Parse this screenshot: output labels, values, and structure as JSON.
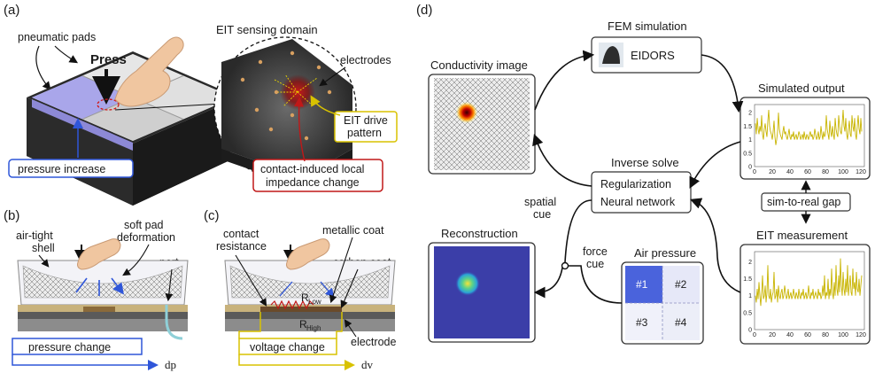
{
  "panels": {
    "a": "(a)",
    "b": "(b)",
    "c": "(c)",
    "d": "(d)"
  },
  "a": {
    "pneumatic_pads": "pneumatic pads",
    "press": "Press",
    "eit_domain": "EIT sensing domain",
    "electrodes": "electrodes",
    "drive1": "EIT drive",
    "drive2": "pattern",
    "pressure_increase": "pressure increase",
    "contact1": "contact-induced local",
    "contact2": "impedance change"
  },
  "b": {
    "soft1": "soft pad",
    "soft2": "deformation",
    "shell1": "air-tight",
    "shell2": "shell",
    "port": "port",
    "pressure_change": "pressure change",
    "dp": "dp"
  },
  "c": {
    "contact1": "contact",
    "contact2": "resistance",
    "metallic": "metallic coat",
    "carbon": "carbon coat",
    "r_low": "R",
    "r_low_sub": "Low",
    "r_high": "R",
    "r_high_sub": "High",
    "electrode": "electrode",
    "voltage_change": "voltage change",
    "dv": "dv"
  },
  "d": {
    "fem": "FEM simulation",
    "eidors": "EIDORS",
    "conductivity": "Conductivity image",
    "simulated": "Simulated output",
    "inverse": "Inverse solve",
    "regularization": "Regularization",
    "neural": "Neural network",
    "spatial1": "spatial",
    "spatial2": "cue",
    "force1": "force",
    "force2": "cue",
    "sim2real": "sim-to-real gap",
    "reconstruction": "Reconstruction",
    "air_pressure": "Air pressure",
    "cells": [
      "#1",
      "#2",
      "#3",
      "#4"
    ],
    "eit_measurement": "EIT measurement"
  },
  "chart_data": [
    {
      "type": "line",
      "title": "Simulated output",
      "x_ticks": [
        0,
        20,
        40,
        60,
        80,
        100,
        120
      ],
      "y_ticks": [
        0,
        0.5,
        1,
        1.5,
        2
      ],
      "xlim": [
        0,
        124
      ],
      "ylim": [
        0,
        2.3
      ],
      "color": "#c8b400",
      "values": [
        1.6,
        1.2,
        1.8,
        1.4,
        1.2,
        1.5,
        1.3,
        1.9,
        1.2,
        1.0,
        1.4,
        1.6,
        1.3,
        1.1,
        1.7,
        2.1,
        1.5,
        1.3,
        1.2,
        1.0,
        1.3,
        1.7,
        1.1,
        0.8,
        1.0,
        1.3,
        2.0,
        1.4,
        1.2,
        1.1,
        1.0,
        1.3,
        1.5,
        1.2,
        1.3,
        1.1,
        1.0,
        1.2,
        1.4,
        1.1,
        1.0,
        1.2,
        1.1,
        1.3,
        1.0,
        1.1,
        1.2,
        1.0,
        1.1,
        1.3,
        1.2,
        1.0,
        1.1,
        1.2,
        1.0,
        1.3,
        1.1,
        1.0,
        1.2,
        1.1,
        1.0,
        1.2,
        1.3,
        1.1,
        1.2,
        1.0,
        1.1,
        1.4,
        1.2,
        1.0,
        1.1,
        1.3,
        1.0,
        1.1,
        1.5,
        1.2,
        1.0,
        1.3,
        1.1,
        1.2,
        1.9,
        1.4,
        1.2,
        1.0,
        1.7,
        1.3,
        1.1,
        1.5,
        1.2,
        1.0,
        1.8,
        1.4,
        1.2,
        1.1,
        1.9,
        1.5,
        1.3,
        1.2,
        1.6,
        2.1,
        1.5,
        1.3,
        1.8,
        1.2,
        1.0,
        1.4,
        1.7,
        1.2,
        1.1,
        1.9,
        1.5,
        1.3,
        1.8,
        1.2,
        1.0,
        1.5,
        1.9,
        1.4,
        1.2,
        1.8,
        1.3
      ]
    },
    {
      "type": "line",
      "title": "EIT measurement",
      "x_ticks": [
        0,
        20,
        40,
        60,
        80,
        100,
        120
      ],
      "y_ticks": [
        0,
        0.5,
        1,
        1.5,
        2
      ],
      "xlim": [
        0,
        124
      ],
      "ylim": [
        0,
        2.3
      ],
      "color": "#c8b400",
      "values": [
        1.0,
        0.8,
        1.2,
        0.9,
        1.4,
        1.0,
        0.7,
        1.1,
        1.6,
        0.9,
        1.0,
        1.3,
        0.8,
        1.1,
        1.9,
        1.0,
        0.9,
        1.2,
        0.8,
        1.0,
        1.1,
        1.7,
        0.9,
        1.0,
        1.2,
        0.8,
        1.3,
        1.0,
        0.9,
        1.1,
        1.2,
        0.9,
        1.0,
        1.3,
        1.1,
        0.9,
        1.0,
        1.2,
        0.9,
        1.0,
        1.1,
        0.9,
        1.0,
        1.2,
        1.0,
        0.9,
        1.1,
        1.0,
        0.9,
        1.2,
        1.0,
        0.9,
        1.1,
        1.0,
        1.2,
        0.9,
        1.0,
        1.1,
        0.9,
        1.0,
        1.3,
        1.0,
        0.9,
        1.1,
        1.0,
        1.2,
        0.9,
        1.0,
        1.1,
        1.0,
        0.9,
        1.2,
        1.0,
        1.1,
        0.9,
        1.0,
        1.3,
        1.0,
        1.6,
        0.9,
        1.1,
        1.0,
        1.5,
        0.9,
        1.2,
        1.0,
        1.8,
        1.1,
        0.9,
        1.4,
        1.0,
        1.9,
        1.2,
        1.0,
        1.6,
        1.1,
        2.1,
        1.3,
        1.0,
        1.7,
        1.2,
        1.0,
        1.5,
        1.1,
        1.9,
        1.0,
        1.3,
        1.6,
        1.1,
        1.0,
        1.8,
        1.2,
        1.4,
        1.0,
        1.7,
        1.2,
        1.1,
        1.5,
        1.0,
        1.3,
        1.6
      ]
    }
  ]
}
